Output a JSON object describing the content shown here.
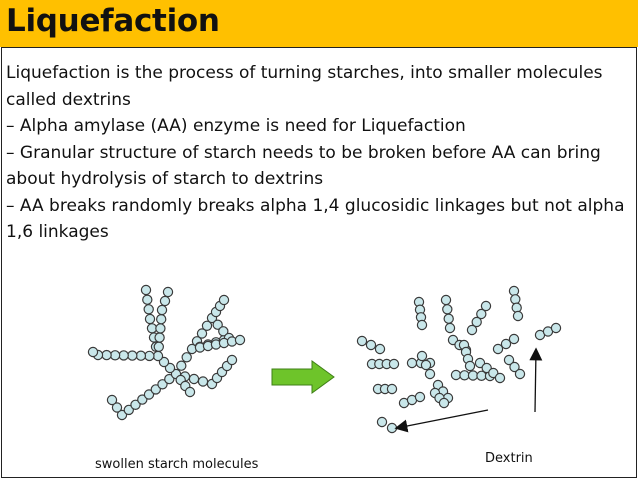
{
  "slide": {
    "title": "Liquefaction",
    "lines": [
      "Liquefaction is the process of turning starches, into smaller molecules",
      "called dextrins",
      "– Alpha amylase (AA) enzyme is need for Liquefaction",
      "– Granular structure of starch needs to be broken before AA can bring",
      "about hydrolysis of starch to dextrins",
      "– AA breaks randomly breaks alpha 1,4 glucosidic linkages but not alpha",
      "1,6 linkages"
    ]
  },
  "diagram": {
    "left_caption": "swollen  starch molecules",
    "right_caption": "Dextrin",
    "colors": {
      "title_bar": "#ffc000",
      "bead_fill": "#c9e7ea",
      "bead_stroke": "#3a3a3a",
      "arrow_green": "#6ec42a"
    },
    "icons": [
      "reaction-arrow-icon",
      "pointer-arrow-icon"
    ]
  }
}
